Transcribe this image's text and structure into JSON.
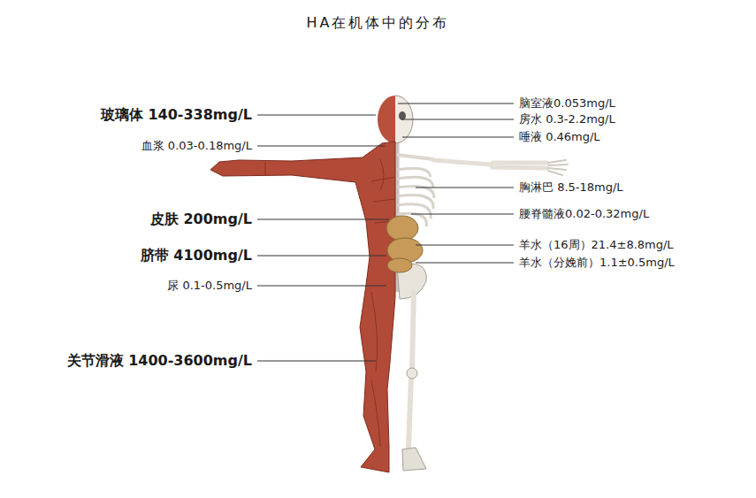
{
  "diagram": {
    "title": "HA在机体中的分布",
    "labels": [
      "玻璃体 140-338mg/L",
      "血浆 0.03-0.18mg/L",
      "皮肤 200mg/L",
      "脐带 4100mg/L",
      "尿 0.1-0.5mg/L",
      "关节滑液 1400-3600mg/L",
      "脑室液0.053mg/L",
      "房水 0.3-2.2mg/L",
      "唾液 0.46mg/L",
      "胸淋巴 8.5-18mg/L",
      "腰脊髓液0.02-0.32mg/L",
      "羊水（16周）21.4±8.8mg/L",
      "羊水（分娩前）1.1±0.5mg/L"
    ]
  }
}
